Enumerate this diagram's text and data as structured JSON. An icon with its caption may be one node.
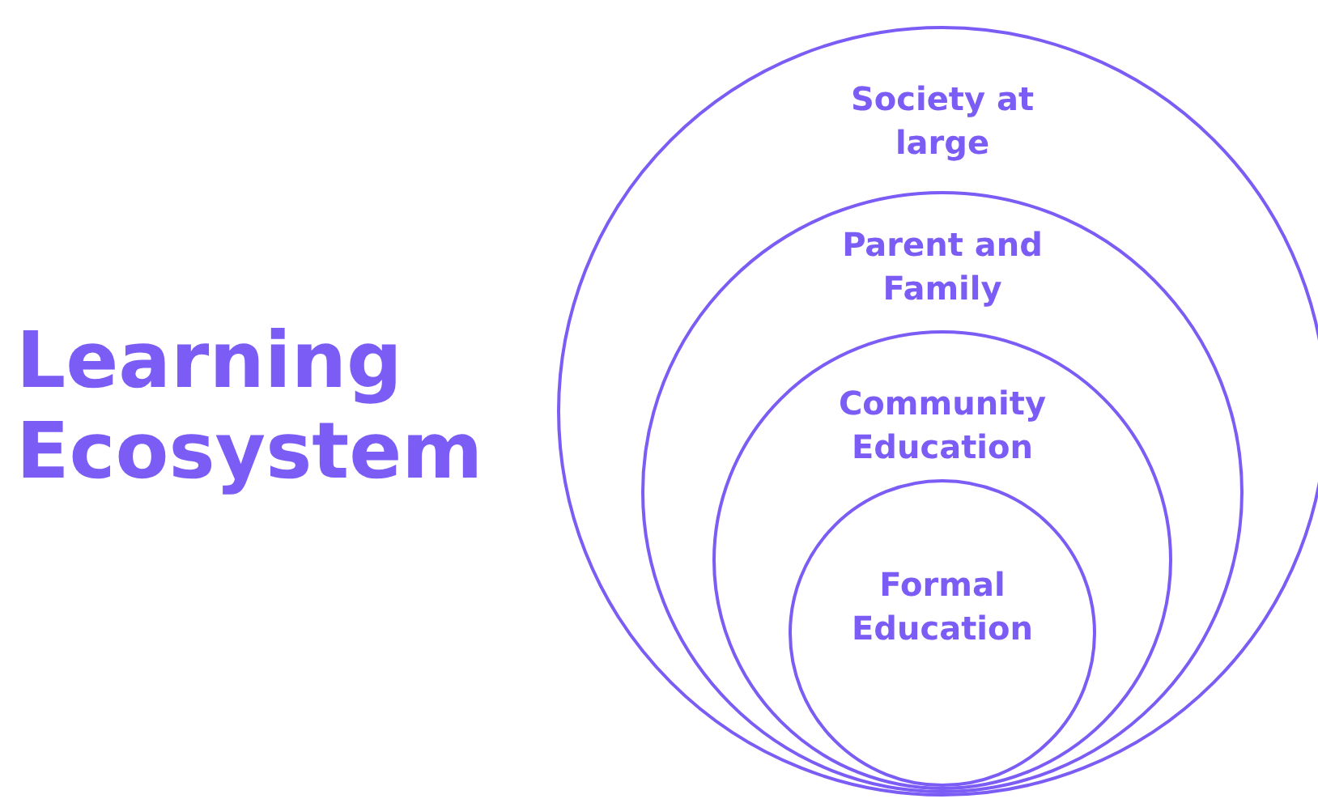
{
  "diagram": {
    "title": "Learning Ecosystem",
    "nodes": [
      {
        "text": [
          "Society at large"
        ]
      },
      {
        "text": [
          "Parent and Family"
        ],
        "in": 0
      },
      {
        "text": [
          "Community Education"
        ],
        "in": 1
      },
      {
        "text": [
          "Formal Education"
        ],
        "in": 2
      }
    ]
  }
}
